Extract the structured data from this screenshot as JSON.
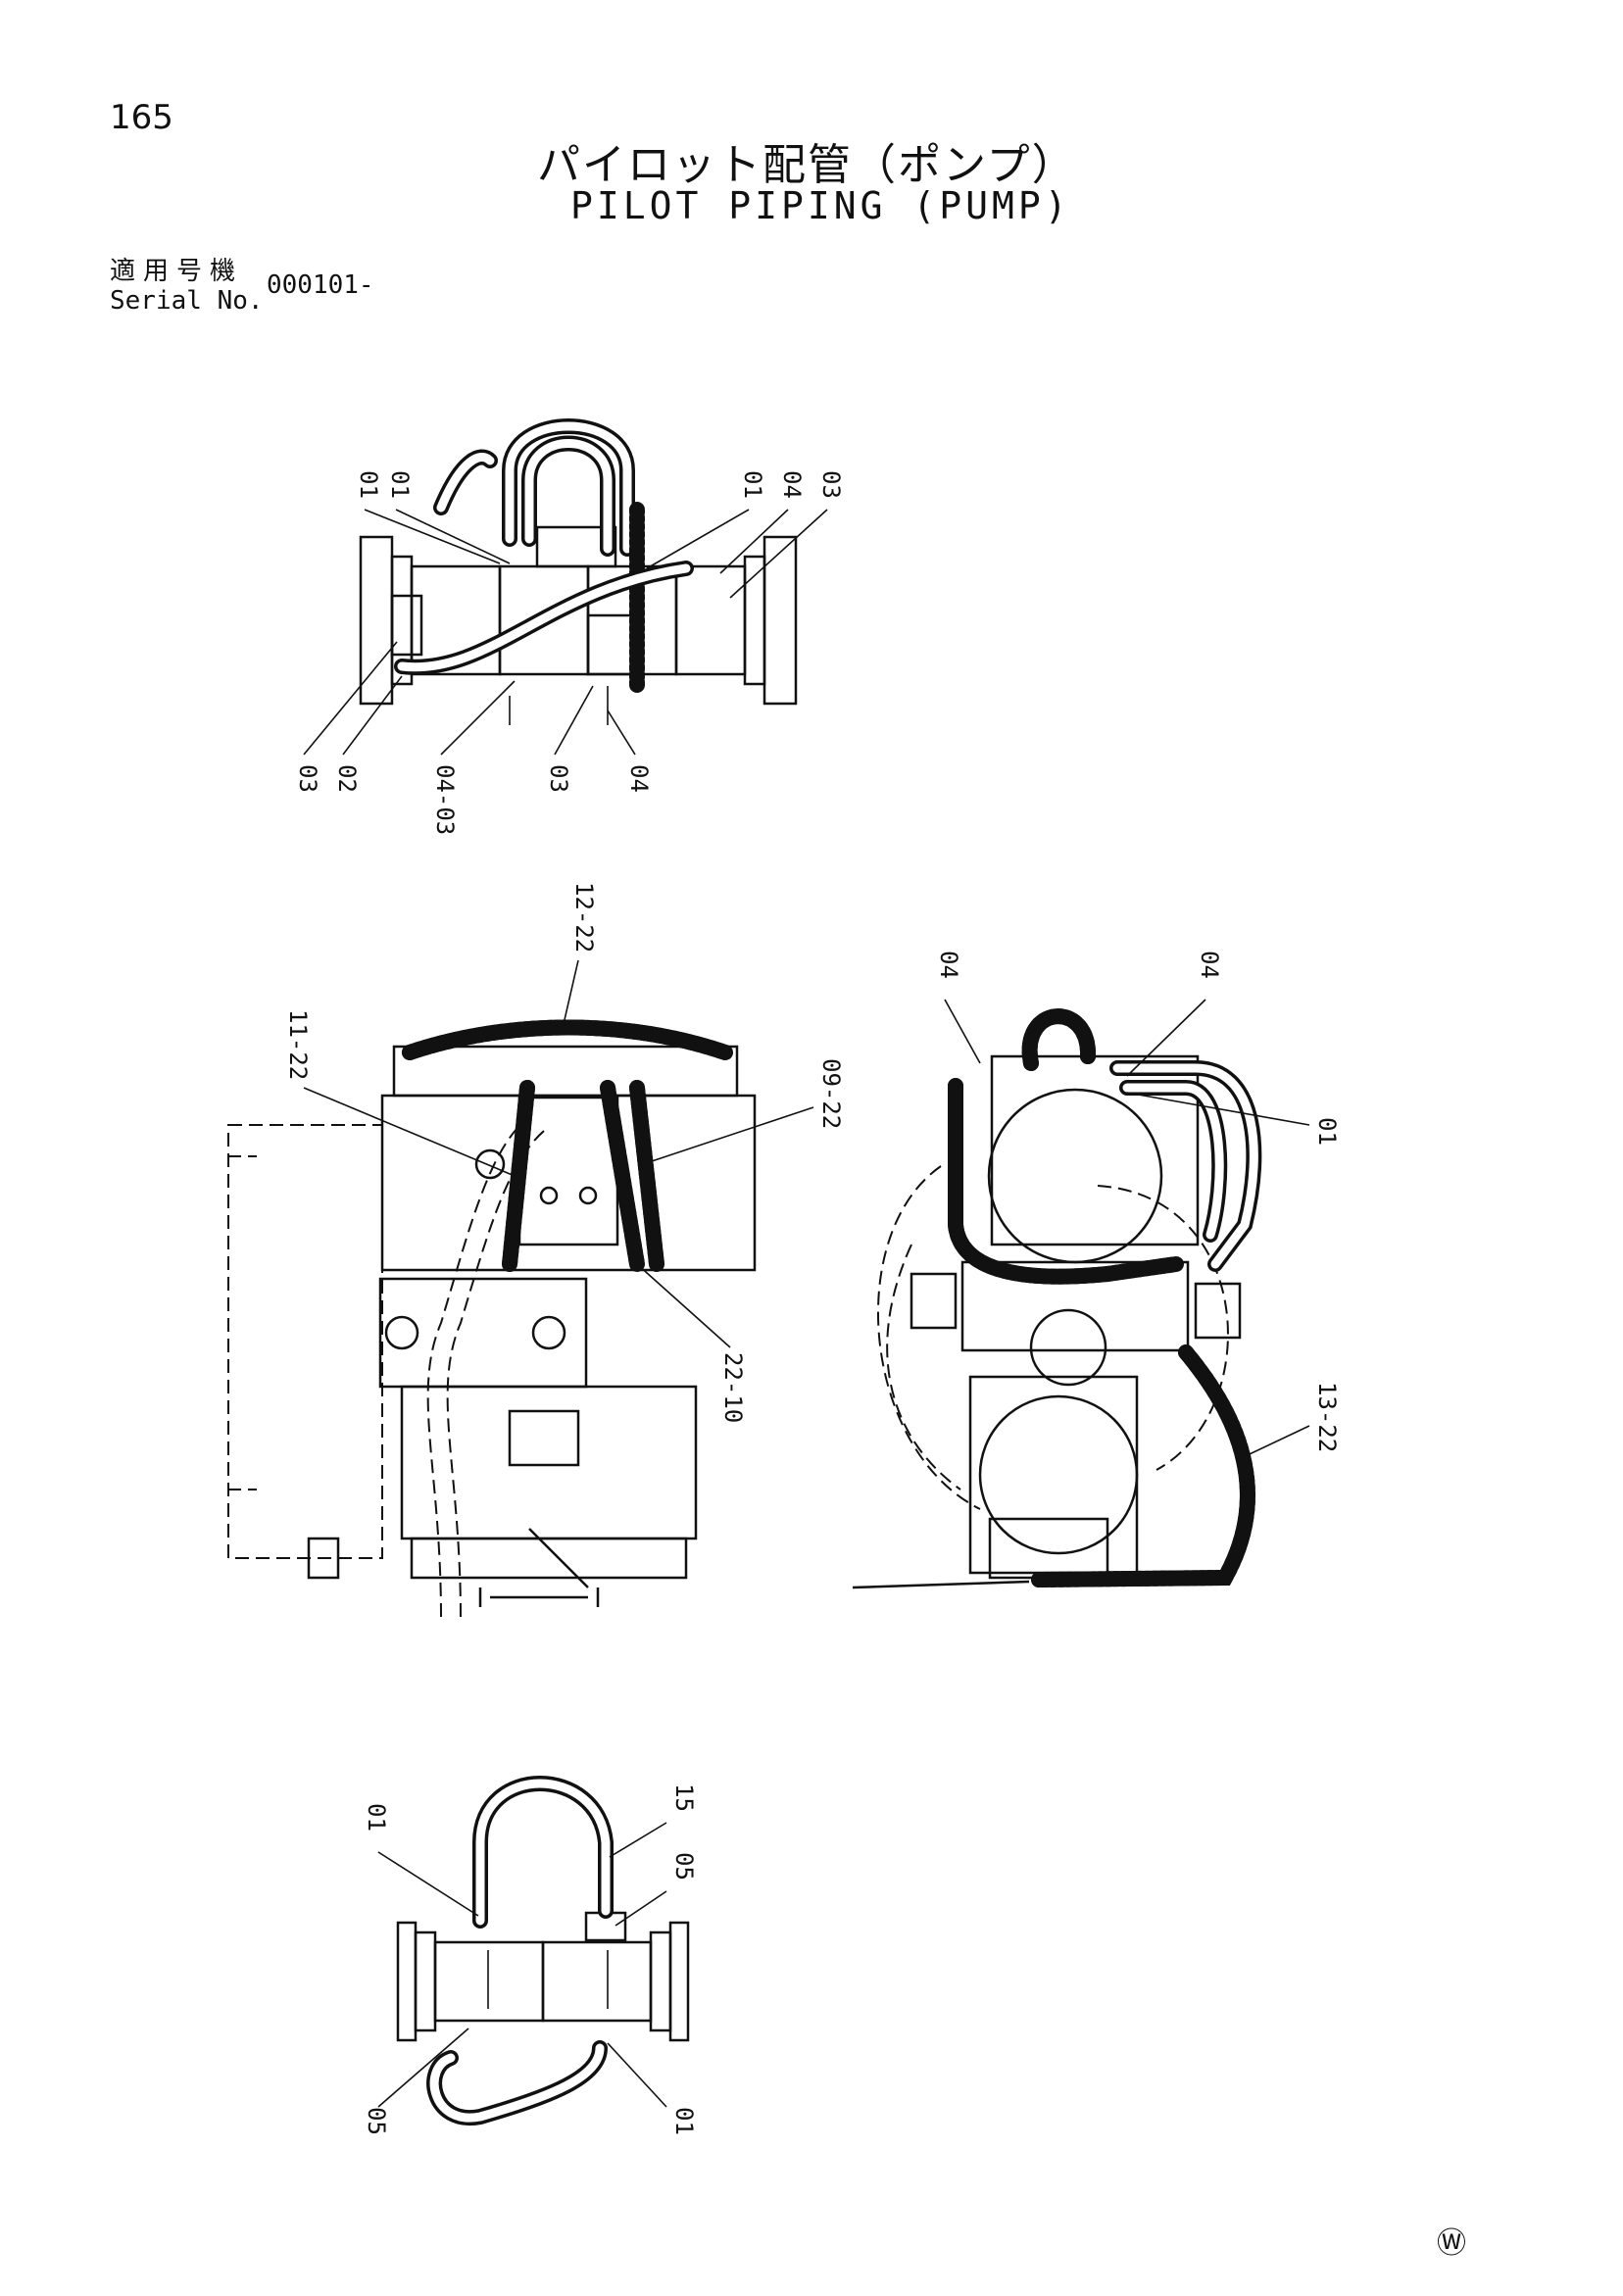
{
  "page": {
    "number": "165",
    "mark": "Ⓦ"
  },
  "title": {
    "jp": "パイロット配管（ポンプ）",
    "en": "PILOT PIPING (PUMP)"
  },
  "serial": {
    "label_jp": "適用号機",
    "label_en": "Serial No.",
    "value": "000101-"
  },
  "views": {
    "top": {
      "labels": [
        "01",
        "01",
        "01",
        "04",
        "03",
        "03",
        "02",
        "04-03",
        "03",
        "04"
      ]
    },
    "middle_left": {
      "labels": [
        "12-22",
        "11-22",
        "09-22",
        "22-10"
      ]
    },
    "middle_right": {
      "labels": [
        "04",
        "04",
        "01",
        "13-22"
      ]
    },
    "bottom": {
      "labels": [
        "01",
        "15",
        "05",
        "05",
        "01"
      ]
    }
  }
}
